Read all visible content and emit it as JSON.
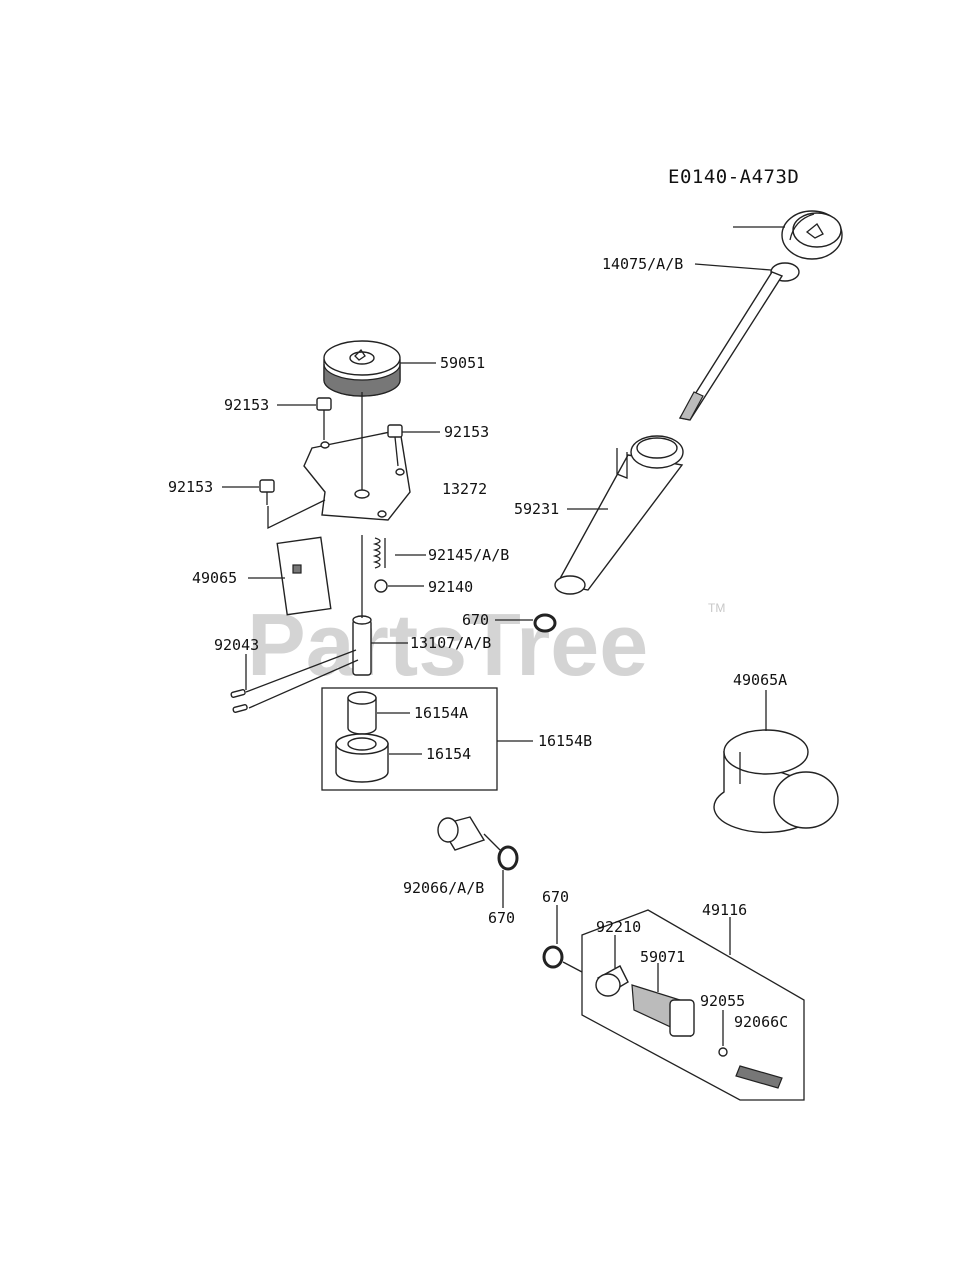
{
  "diagram_code": "E0140-A473D",
  "watermark": {
    "text": "PartsTree",
    "mark": "TM"
  },
  "parts": {
    "p14075": "14075/A/B",
    "p59051": "59051",
    "p92153_a": "92153",
    "p92153_b": "92153",
    "p92153_c": "92153",
    "p13272": "13272",
    "p59231": "59231",
    "p92145": "92145/A/B",
    "p49065": "49065",
    "p92140": "92140",
    "p670_a": "670",
    "p92043": "92043",
    "p13107": "13107/A/B",
    "p49065A": "49065A",
    "p16154A": "16154A",
    "p16154B": "16154B",
    "p16154": "16154",
    "p92066": "92066/A/B",
    "p670_b": "670",
    "p670_c": "670",
    "p49116": "49116",
    "p92210": "92210",
    "p59071": "59071",
    "p92055": "92055",
    "p92066C": "92066C"
  }
}
